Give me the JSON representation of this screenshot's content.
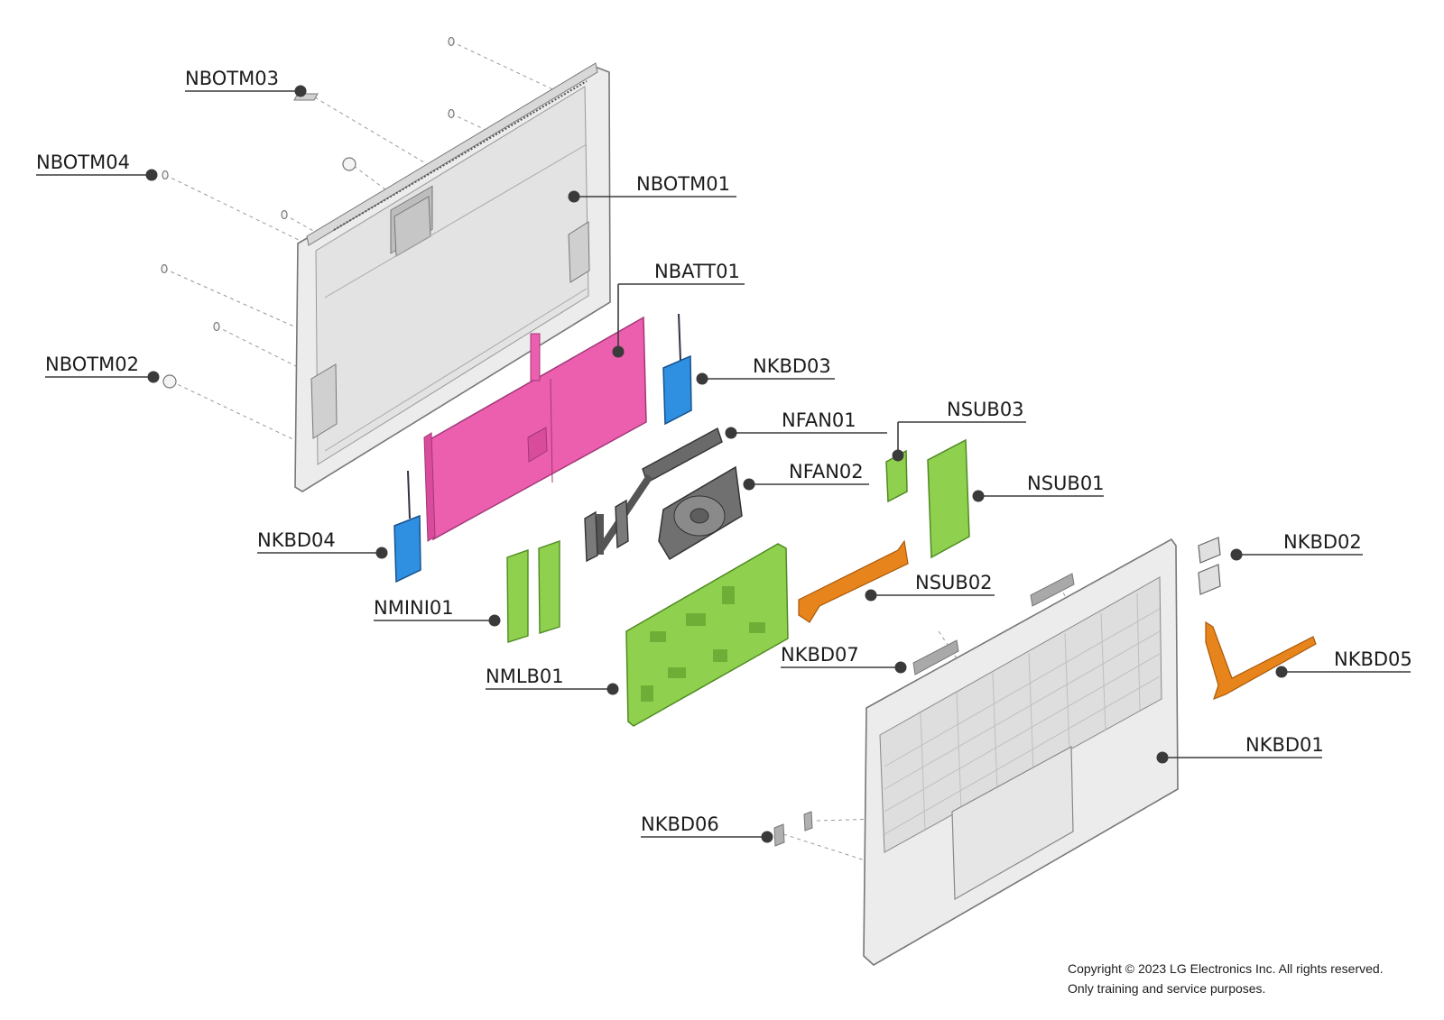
{
  "labels": {
    "nbotm03": "NBOTM03",
    "nbotm04": "NBOTM04",
    "nbotm01": "NBOTM01",
    "nbatt01": "NBATT01",
    "nbotm02": "NBOTM02",
    "nkbd03": "NKBD03",
    "nfan01": "NFAN01",
    "nsub03": "NSUB03",
    "nfan02": "NFAN02",
    "nsub01": "NSUB01",
    "nkbd04": "NKBD04",
    "nkbd02": "NKBD02",
    "nsub02": "NSUB02",
    "nmini01": "NMINI01",
    "nkbd05": "NKBD05",
    "nkbd07": "NKBD07",
    "nmlb01": "NMLB01",
    "nkbd01": "NKBD01",
    "nkbd06": "NKBD06"
  },
  "footer": {
    "copyright": "Copyright © 2023 LG Electronics Inc. All rights reserved.",
    "note": "Only training and service purposes."
  },
  "colors": {
    "battery": "#ec5fae",
    "speaker": "#2f8fe0",
    "board": "#8fd14f",
    "cable": "#e8841c",
    "heatsink": "#5b5b5b",
    "leader": "#3a3a3a"
  }
}
